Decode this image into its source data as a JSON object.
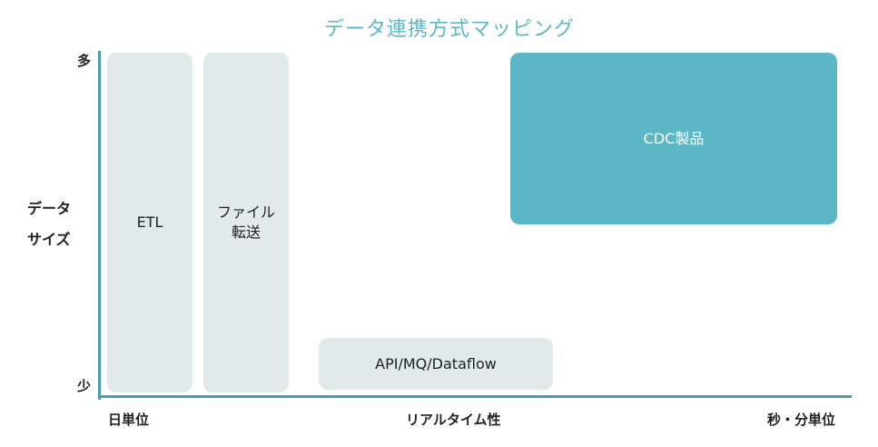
{
  "title": "データ連携方式マッピング",
  "y_axis": {
    "label": "データ\nサイズ",
    "top_label": "多",
    "bottom_label": "少"
  },
  "x_axis": {
    "left_label": "日単位",
    "middle_label": "リアルタイム性",
    "right_label": "秒・分単位"
  },
  "boxes": {
    "etl": "ETL",
    "file_transfer": "ファイル\n転送",
    "api": "API/MQ/Dataflow",
    "cdc": "CDC製品"
  },
  "colors": {
    "title": "#5ab8c8",
    "axis": "#4a9fab",
    "box_light": "#e2e9eb",
    "box_accent": "#5bb7c6",
    "box_accent_text": "#ffffff"
  }
}
